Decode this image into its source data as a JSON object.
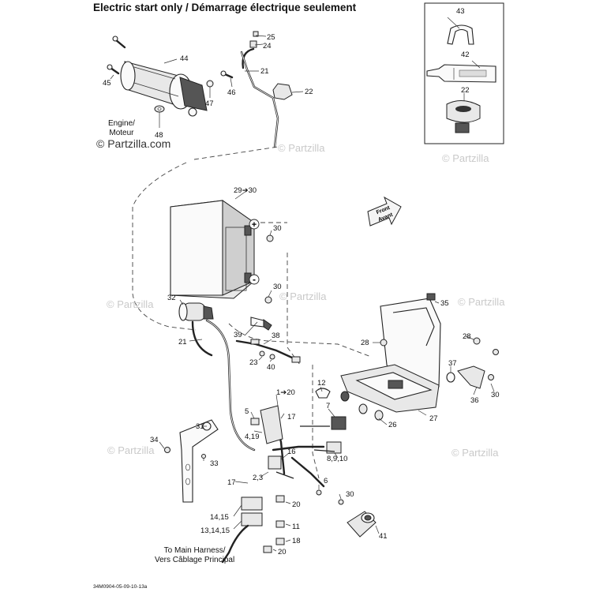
{
  "title": "Electric start only / Démarrage électrique seulement",
  "engine_note": [
    "Engine/",
    "Moteur"
  ],
  "harness_note": [
    "To Main Harness/",
    "Vers Câblage Principal"
  ],
  "front_arrow": [
    "Front",
    "Avant"
  ],
  "battery_plus": "+",
  "battery_minus": "-",
  "watermark_main": "© Partzilla.com",
  "watermark": "© Partzilla",
  "reference": "34M0904-05-09-10-13a",
  "callouts": {
    "c43": "43",
    "c42": "42",
    "c22a": "22",
    "c25": "25",
    "c24": "24",
    "c44": "44",
    "c21a": "21",
    "c22b": "22",
    "c45": "45",
    "c47": "47",
    "c46": "46",
    "c48": "48",
    "c29": "29➔30",
    "c30a": "30",
    "c30b": "30",
    "c35": "35",
    "c32": "32",
    "c39": "39",
    "c38": "38",
    "c28a": "28",
    "c28b": "28",
    "c21b": "21",
    "c23": "23",
    "c40": "40",
    "c37": "37",
    "c30c": "30",
    "c36": "36",
    "c12": "12",
    "c1": "1➔20",
    "c7": "7",
    "c5": "5",
    "c17a": "17",
    "c27": "27",
    "c26": "26",
    "c31": "31",
    "c419": "4,19",
    "c16": "16",
    "c8": "8,9,10",
    "c34": "34",
    "c33": "33",
    "c23b": "2,3",
    "c17b": "17",
    "c6": "6",
    "c30d": "30",
    "c20a": "20",
    "c1415": "14,15",
    "c11": "11",
    "c131415": "13,14,15",
    "c18": "18",
    "c41": "41",
    "c20b": "20"
  }
}
